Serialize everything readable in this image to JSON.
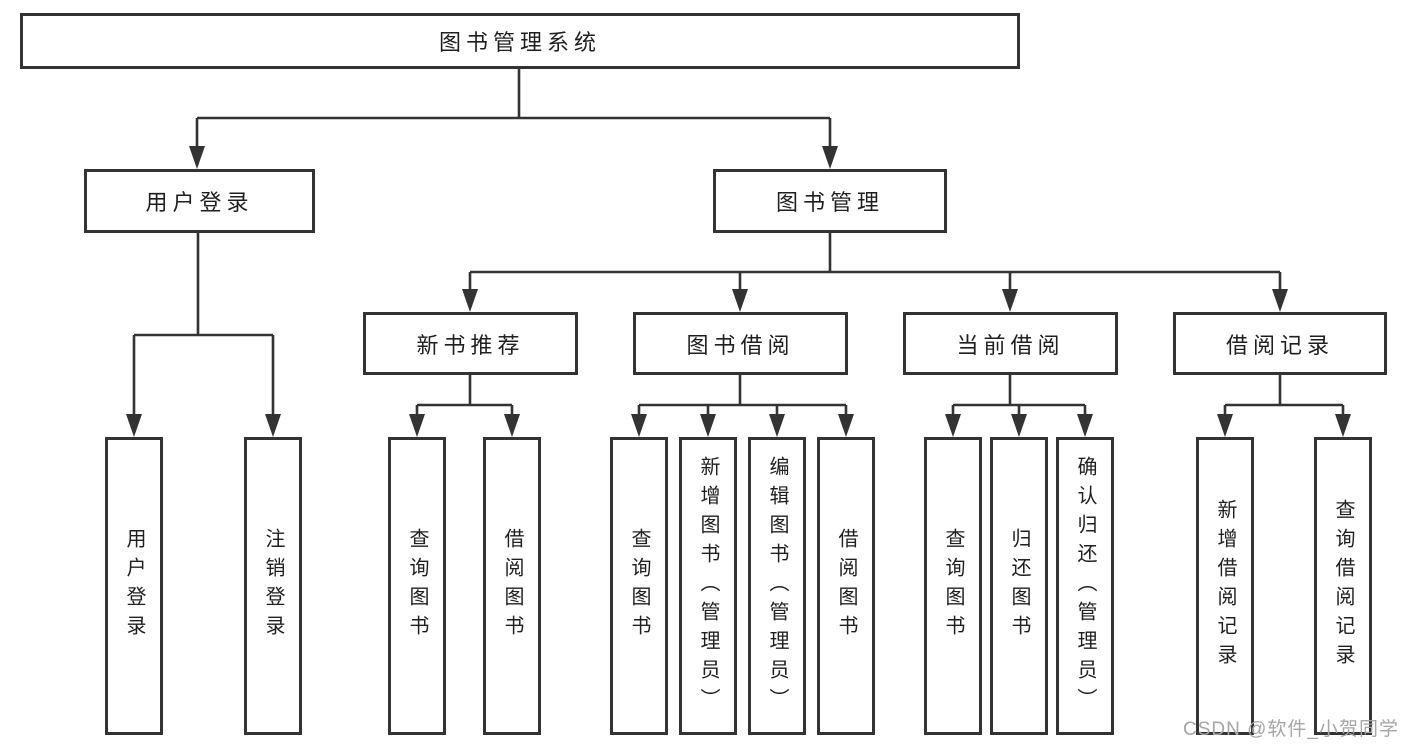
{
  "tree": {
    "label": "图书管理系统",
    "children": [
      {
        "label": "用户登录",
        "children": [
          {
            "label": "用户登录"
          },
          {
            "label": "注销登录"
          }
        ]
      },
      {
        "label": "图书管理",
        "children": [
          {
            "label": "新书推荐",
            "children": [
              {
                "label": "查询图书"
              },
              {
                "label": "借阅图书"
              }
            ]
          },
          {
            "label": "图书借阅",
            "children": [
              {
                "label": "查询图书"
              },
              {
                "label": "新增图书（管理员）"
              },
              {
                "label": "编辑图书（管理员）"
              },
              {
                "label": "借阅图书"
              }
            ]
          },
          {
            "label": "当前借阅",
            "children": [
              {
                "label": "查询图书"
              },
              {
                "label": "归还图书"
              },
              {
                "label": "确认归还（管理员）"
              }
            ]
          },
          {
            "label": "借阅记录",
            "children": [
              {
                "label": "新增借阅记录"
              },
              {
                "label": "查询借阅记录"
              }
            ]
          }
        ]
      }
    ]
  },
  "watermark": {
    "text": "CSDN @软件_小贺同学"
  },
  "colors": {
    "line": "#333333",
    "node_border": "#333333",
    "node_background": "#ffffff",
    "text": "#1f1f1f",
    "watermark": "#a6a6a6"
  }
}
